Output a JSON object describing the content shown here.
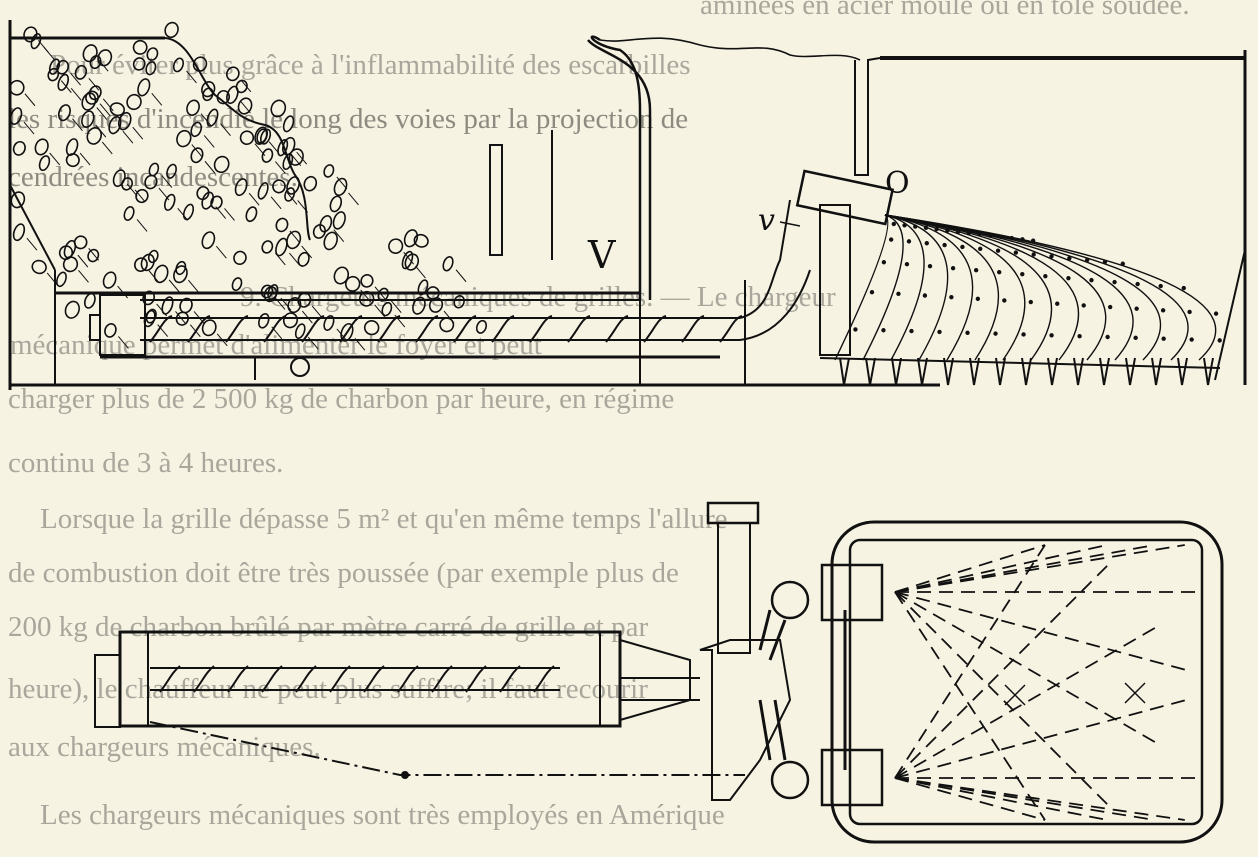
{
  "page_text": [
    "aminées en acier moulé ou en tôle soudée.",
    "Pour éviter plus grâce à l'inflammabilité des escarbilles",
    "les risques d'incendie le long des voies par la projection de",
    "cendrées incandescentes.",
    "9. Chargeurs mécaniques de grilles. — Le chargeur",
    "mécanique permet d'alimenter le foyer et peut",
    "charger plus de 2 500 kg de charbon par heure, en régime",
    "continu de 3 à 4 heures.",
    "Lorsque la grille dépasse 5 m² et qu'en même temps l'allure",
    "de combustion doit être très poussée (par exemple plus de",
    "200 kg de charbon brûlé par mètre carré de grille et par",
    "heure), le chauffeur ne peut plus suffire; il faut recourir",
    "aux chargeurs mécaniques.",
    "Les chargeurs mécaniques sont très employés en Amérique"
  ],
  "figure": {
    "label_V": "V",
    "label_v": "v",
    "label_O": "O"
  },
  "colors": {
    "paper": "#f7f3e3",
    "ink": "#111111",
    "bleed": "#a9a69b"
  }
}
